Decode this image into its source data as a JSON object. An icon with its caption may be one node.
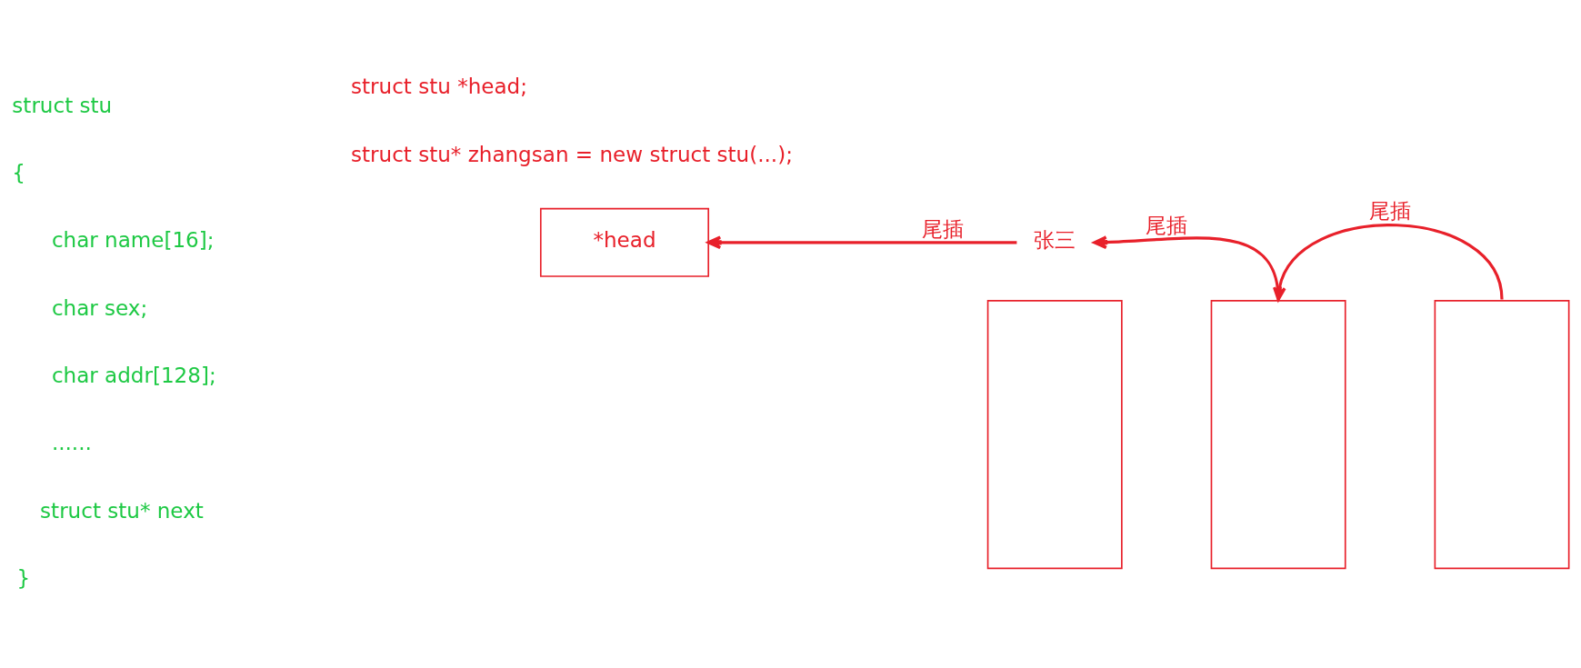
{
  "diagram": {
    "nodes": [
      {
        "text": [
          "*head"
        ]
      },
      {
        "text": [
          "张三"
        ]
      },
      {
        "text": [],
        "shape": "box"
      },
      {
        "text": [],
        "shape": "box"
      },
      {
        "text": [],
        "shape": "box"
      }
    ],
    "edges": [
      {
        "from": 1,
        "to": 0,
        "arrow": "to",
        "label": "尾插"
      },
      {
        "from": 3,
        "to": 1,
        "arrow": "to",
        "label": "尾插"
      },
      {
        "from": 4,
        "to": 3,
        "arrow": "to",
        "label": "尾插"
      }
    ],
    "labels": [
      "struct stu",
      "{",
      "char name[16];",
      "char sex;",
      "char addr[128];",
      "......",
      "struct stu* next",
      "}",
      "struct stu *head;",
      "struct stu* zhangsan = new struct stu(...);"
    ]
  }
}
